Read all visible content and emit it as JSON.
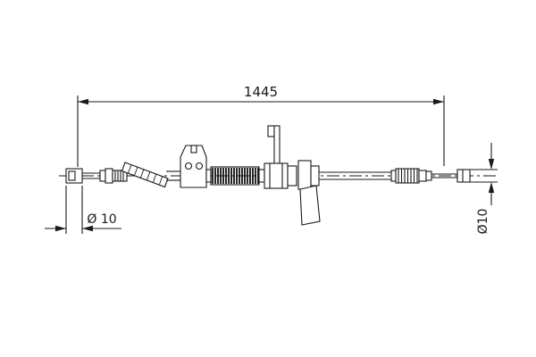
{
  "drawing": {
    "type": "technical-part-drawing",
    "subject": "parking-brake-cable-assembly",
    "background_color": "#ffffff",
    "line_color": "#1a1a1a",
    "labels": {
      "overall_length": "1445",
      "left_diameter": "Ø 10",
      "right_diameter": "Ø10"
    }
  }
}
